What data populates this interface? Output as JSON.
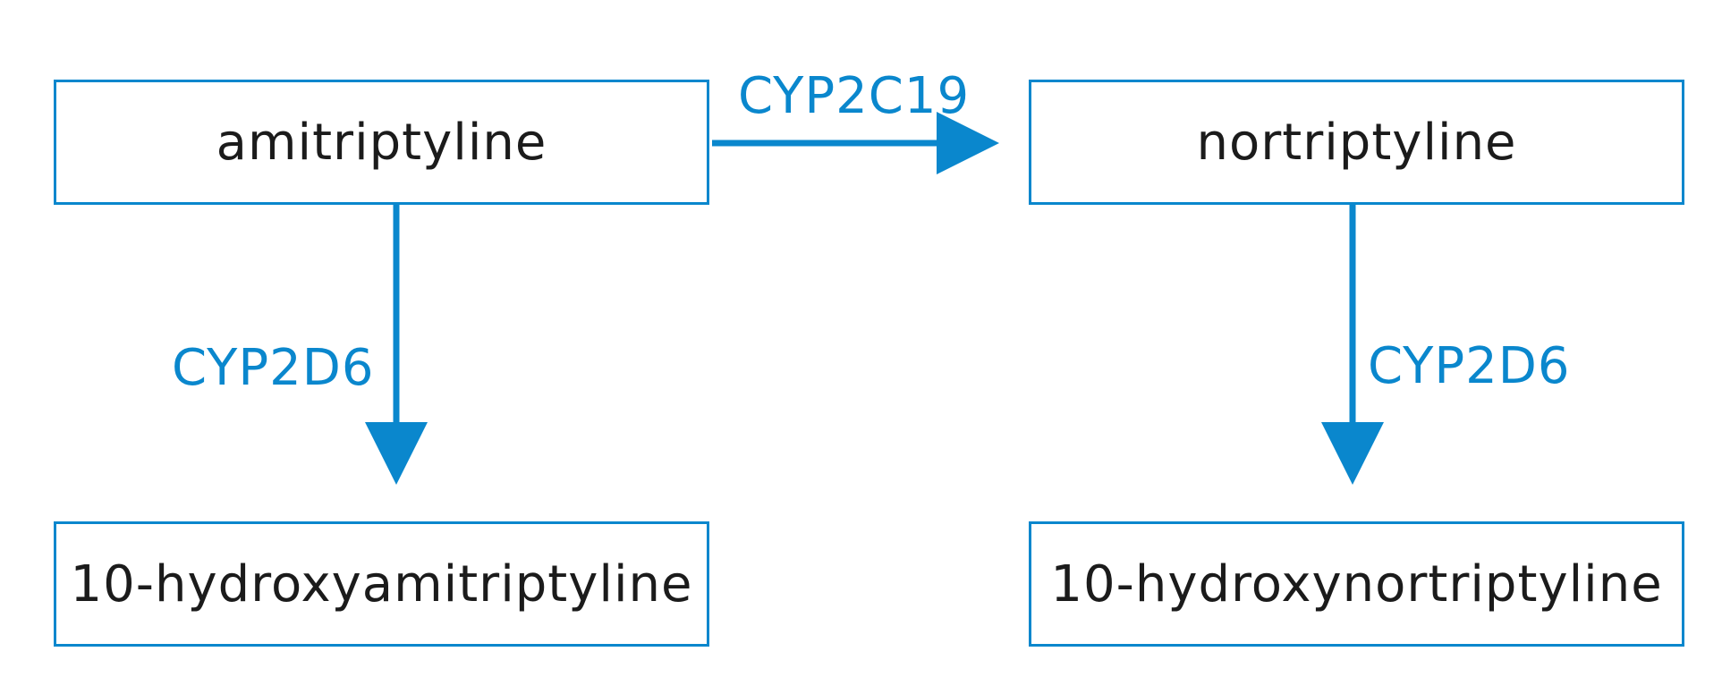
{
  "diagram": {
    "nodes": {
      "amitriptyline": "amitriptyline",
      "nortriptyline": "nortriptyline",
      "hydroxy_amitriptyline": "10-hydroxyamitriptyline",
      "hydroxy_nortriptyline": "10-hydroxynortriptyline"
    },
    "edges": {
      "ami_to_nor": "CYP2C19",
      "ami_to_hydroxy": "CYP2D6",
      "nor_to_hydroxy": "CYP2D6"
    },
    "colors": {
      "accent": "#0a87cd",
      "text": "#1b1b1b"
    }
  }
}
